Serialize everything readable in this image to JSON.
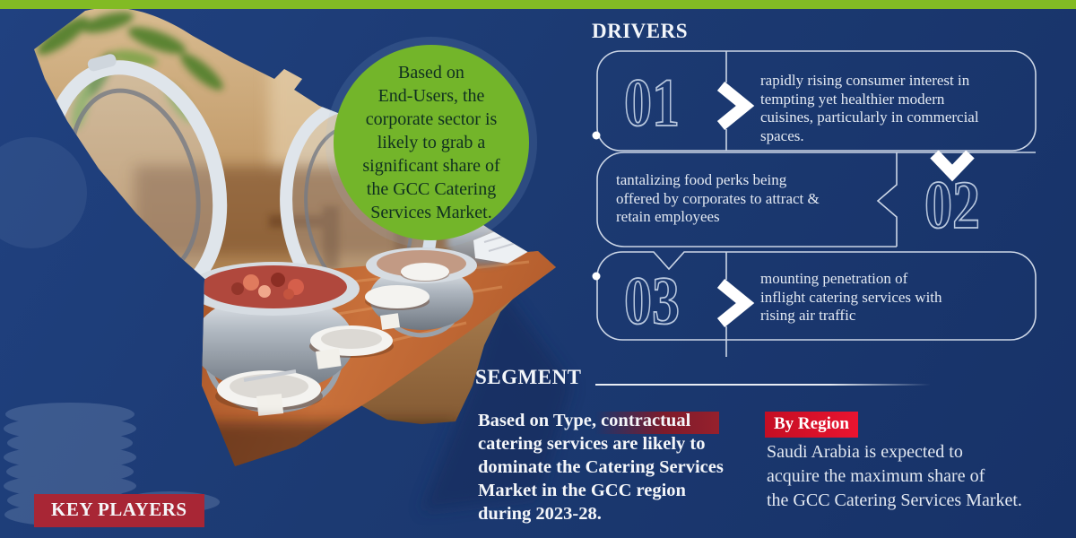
{
  "colors": {
    "background_navy": "#1c3a72",
    "top_bar_green": "#82bb24",
    "callout_green": "#73b52a",
    "box_outline": "#ccd6e6",
    "region_badge_red": "#d50f27",
    "highlight_red": "#8c1d2c",
    "key_players_red": "#a82635"
  },
  "callout": {
    "lines": [
      "Based on",
      "End-Users, the",
      "corporate sector is",
      "likely to grab a",
      "significant share of",
      "the GCC Catering",
      "Services Market."
    ]
  },
  "drivers": {
    "title": "DRIVERS",
    "items": [
      {
        "number": "01",
        "lines": [
          "rapidly rising consumer interest in",
          "tempting yet healthier modern",
          "cuisines, particularly in commercial",
          "spaces."
        ]
      },
      {
        "number": "02",
        "lines": [
          "tantalizing food perks being",
          "offered by corporates to attract &",
          "retain employees"
        ]
      },
      {
        "number": "03",
        "lines": [
          "mounting penetration of",
          "inflight catering services with",
          "rising air traffic"
        ]
      }
    ]
  },
  "segment": {
    "title": "SEGMENT",
    "type_lines": [
      "Based on Type, contractual",
      "catering services are likely to",
      "dominate the Catering Services",
      "Market in the GCC region",
      "during 2023-28."
    ],
    "region_label": "By Region",
    "region_lines": [
      "Saudi Arabia is expected to",
      "acquire the maximum share of",
      "the GCC Catering Services Market."
    ]
  },
  "key_players": {
    "label": "KEY PLAYERS"
  }
}
